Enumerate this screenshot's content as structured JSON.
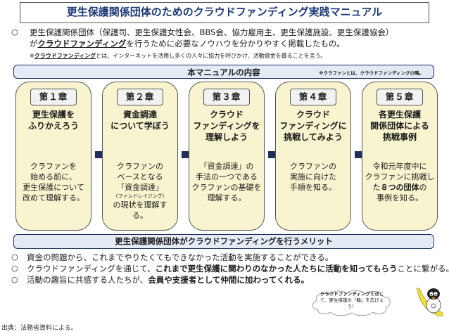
{
  "title": "更生保護関係団体のためのクラウドファンディング実践マニュアル",
  "intro": {
    "bullet": "○",
    "line1": "更生保護関係団体（保護司、更生保護女性会、BBS会、協力雇用主、更生保護施設、更生保護協会）",
    "line2_prefix": "が",
    "line2_keyword": "クラウドファンディング",
    "line2_suffix": "を行うために必要なノウハウを分かりやすく掲載したもの。",
    "note_prefix": "※",
    "note_keyword": "クラウドファンディング",
    "note_suffix": "とは、インターネットを活用し多くの人々に協力を呼びかけ、活動資金を募ることを言う。"
  },
  "contents": {
    "label": "本マニュアルの内容",
    "note": "※クラファンとは、クラウドファンディングの略。"
  },
  "chapters": [
    {
      "tag": "第１章",
      "head": [
        "更生保護を",
        "ふりかえろう"
      ],
      "body": [
        "クラファンを",
        "始める前に、",
        "更生保護について",
        "改めて理解する。"
      ]
    },
    {
      "tag": "第２章",
      "head": [
        "資金調達",
        "について学ぼう"
      ],
      "body": [
        "クラファンの",
        "ベースとなる",
        "「資金調達」"
      ],
      "small": "(ファンドレイジング)",
      "body2": [
        "の現状を理解す",
        "る。"
      ]
    },
    {
      "tag": "第３章",
      "head": [
        "クラウド",
        "ファンディングを",
        "理解しよう"
      ],
      "body": [
        "「資金調達」の",
        "手法の一つである",
        "クラファンの基礎を",
        "理解する。"
      ]
    },
    {
      "tag": "第４章",
      "head": [
        "クラウド",
        "ファンディングに",
        "挑戦してみよう"
      ],
      "body": [
        "クラファンの",
        "実施に向けた",
        "手順を知る。"
      ]
    },
    {
      "tag": "第５章",
      "head": [
        "各更生保護",
        "関係団体による",
        "挑戦事例"
      ],
      "body": [
        "令和元年度中に",
        "クラファンに挑戦し"
      ],
      "body_bold_line": {
        "pre": "た",
        "bold": "８つの団体",
        "post": "の"
      },
      "body3": [
        "事例を知る。"
      ]
    }
  ],
  "merit": {
    "label": "更生保護関係団体がクラウドファンディングを行うメリット",
    "items": [
      {
        "bullet": "○",
        "plain1": "資金の問題から、これまでやりたくてもできなかった活動を実施することができる。",
        "bold": "",
        "plain2": ""
      },
      {
        "bullet": "○",
        "plain1": "クラウドファンディングを通じて、",
        "bold": "これまで更生保護に関わりのなかった人たちに活動を知ってもらう",
        "plain2": "ことに繋がる。"
      },
      {
        "bullet": "○",
        "plain1": "活動の趣旨に共感する人たちが、",
        "bold": "会員や支援者として仲間に加わってくれる。",
        "plain2": ""
      }
    ]
  },
  "callout": {
    "bold": "クラウドファンディング",
    "text": "を通じて、更生保護の「輪」を広げよう！"
  },
  "source": "出典：法務省資料による。",
  "colors": {
    "navy": "#1f2f5a",
    "chapter_bg": "#f8f4cf",
    "bar_bg": "#e4ebf7"
  }
}
